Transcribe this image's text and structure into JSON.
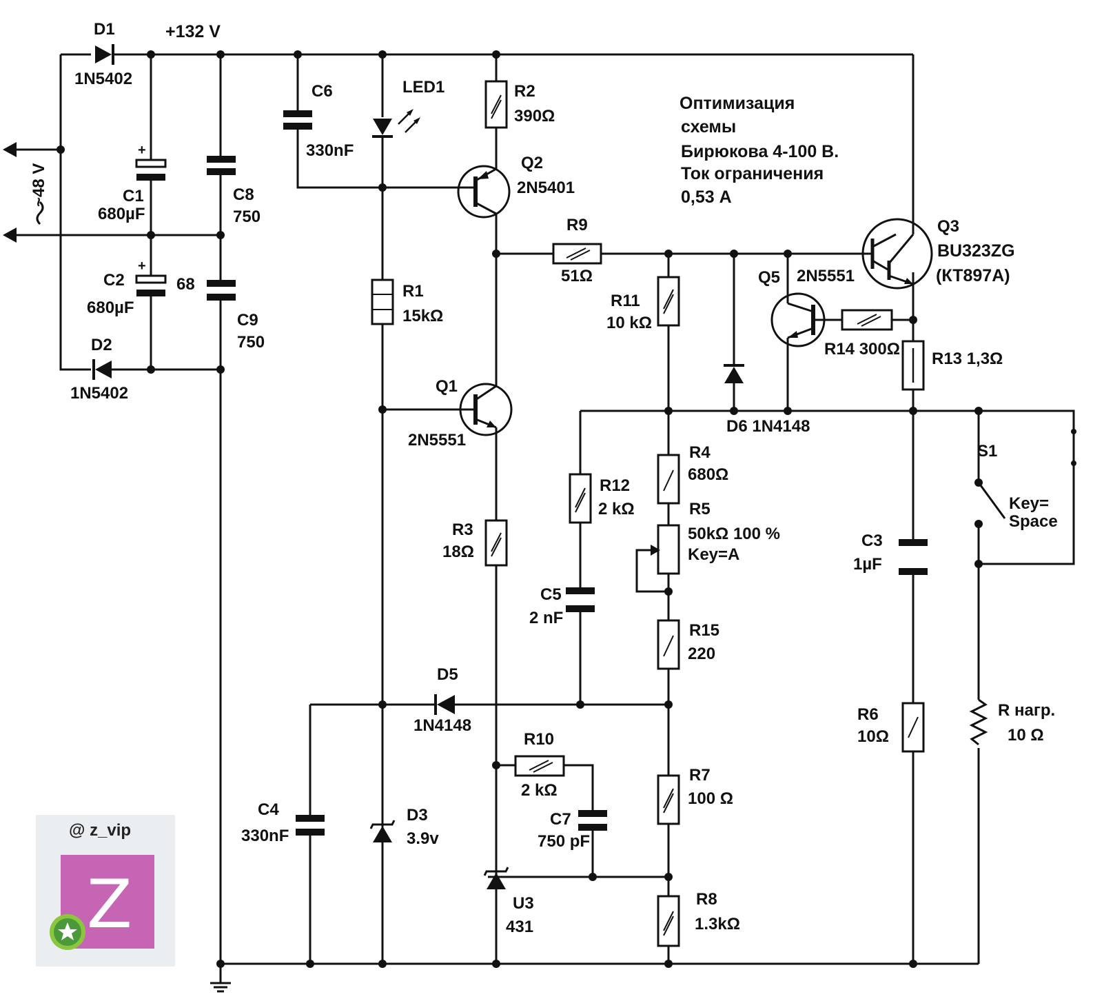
{
  "supply": {
    "voltage": "+132 V",
    "input": "~48 V"
  },
  "note": [
    "Оптимизация",
    "схемы",
    "Бирюкова 4-100 В.",
    "Ток  ограничения",
    "0,53 А"
  ],
  "components": {
    "D1": {
      "ref": "D1",
      "value": "1N5402"
    },
    "D2": {
      "ref": "D2",
      "value": "1N5402"
    },
    "C1": {
      "ref": "C1",
      "value": "680µF"
    },
    "C2": {
      "ref": "C2",
      "value": "680µF",
      "extra": "68"
    },
    "C8": {
      "ref": "C8",
      "value": "750"
    },
    "C9": {
      "ref": "C9",
      "value": "750"
    },
    "C6": {
      "ref": "C6",
      "value": "330nF"
    },
    "LED1": {
      "ref": "LED1"
    },
    "R2": {
      "ref": "R2",
      "value": "390Ω"
    },
    "Q2": {
      "ref": "Q2",
      "value": "2N5401"
    },
    "R1": {
      "ref": "R1",
      "value": "15kΩ"
    },
    "Q1": {
      "ref": "Q1",
      "value": "2N5551"
    },
    "R3": {
      "ref": "R3",
      "value": "18Ω"
    },
    "R9": {
      "ref": "R9",
      "value": "51Ω"
    },
    "R11": {
      "ref": "R11",
      "value": "10 kΩ"
    },
    "Q5": {
      "ref": "Q5",
      "value": "2N5551"
    },
    "Q3": {
      "ref": "Q3",
      "value": "BU323ZG",
      "alt": "(КТ897А)"
    },
    "R14": {
      "label": "R14 300Ω"
    },
    "R13": {
      "label": "R13 1,3Ω"
    },
    "D6": {
      "label": "D6 1N4148"
    },
    "R12": {
      "ref": "R12",
      "value": "2 kΩ"
    },
    "R4": {
      "ref": "R4",
      "value": "680Ω"
    },
    "R5": {
      "ref": "R5",
      "value": "50kΩ   100 %",
      "key": "Key=A"
    },
    "C5": {
      "ref": "C5",
      "value": "2 nF"
    },
    "R15": {
      "ref": "R15",
      "value": "220"
    },
    "S1": {
      "ref": "S1",
      "key1": "Key=",
      "key2": "Space"
    },
    "C3": {
      "ref": "C3",
      "value": "1µF"
    },
    "R6": {
      "ref": "R6",
      "value": "10Ω"
    },
    "RL": {
      "ref": "R нагр.",
      "value": "10 Ω"
    },
    "D5": {
      "ref": "D5",
      "value": "1N4148"
    },
    "R10": {
      "ref": "R10",
      "value": "2 kΩ"
    },
    "C7": {
      "ref": "C7",
      "value": "750 pF"
    },
    "R7": {
      "ref": "R7",
      "value": "100 Ω"
    },
    "C4": {
      "ref": "C4",
      "value": "330nF"
    },
    "D3": {
      "ref": "D3",
      "value": "3.9v"
    },
    "U3": {
      "ref": "U3",
      "value": "431"
    },
    "R8": {
      "ref": "R8",
      "value": "1.3kΩ"
    }
  },
  "watermark": {
    "handle": "@ z_vip",
    "letter": "Z",
    "colors": {
      "tile": "#c565b4",
      "panel": "#eaeef0",
      "badge": "#8cc63f"
    }
  }
}
